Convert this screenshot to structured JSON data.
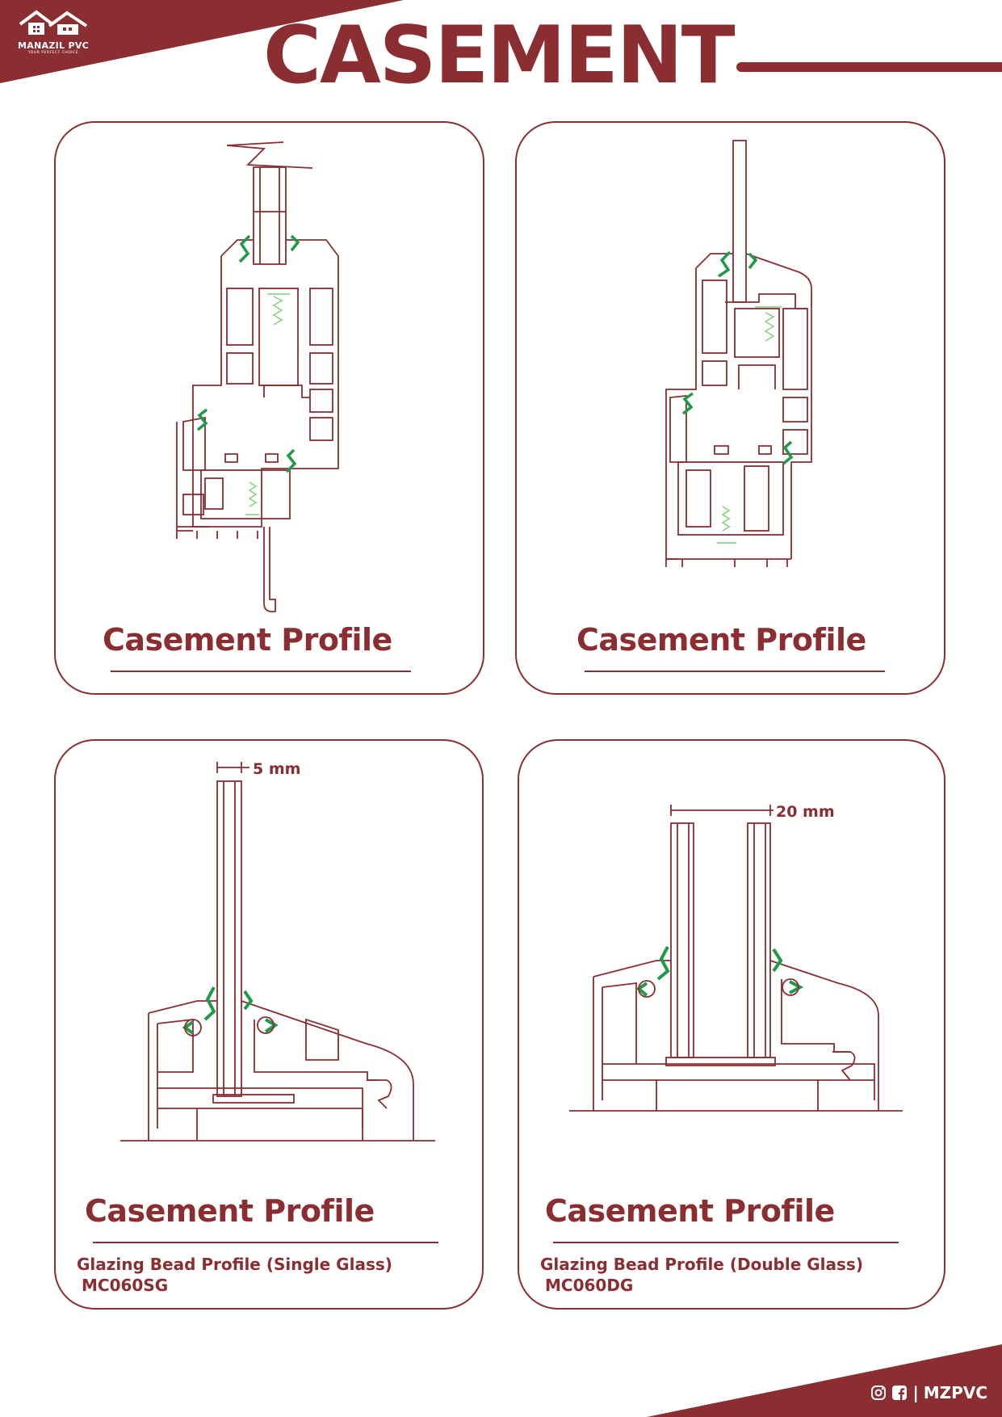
{
  "brand": {
    "name": "MANAZIL PVC",
    "tagline": "YOUR PERFECT CHOICE",
    "color": "#8b2e31",
    "accent_green": "#1f9a48"
  },
  "header": {
    "title": "CASEMENT"
  },
  "cards": [
    {
      "caption": "Casement Profile"
    },
    {
      "caption": "Casement Profile"
    },
    {
      "caption": "Casement Profile",
      "subtitle": "Glazing Bead Profile (Single Glass)",
      "code": "MC060SG",
      "dimension": "5 mm"
    },
    {
      "caption": "Casement Profile",
      "subtitle": "Glazing Bead Profile (Double Glass)",
      "code": "MC060DG",
      "dimension": "20 mm"
    }
  ],
  "footer": {
    "icons": [
      "instagram-icon",
      "facebook-icon"
    ],
    "separator": "|",
    "handle": "MZPVC"
  }
}
